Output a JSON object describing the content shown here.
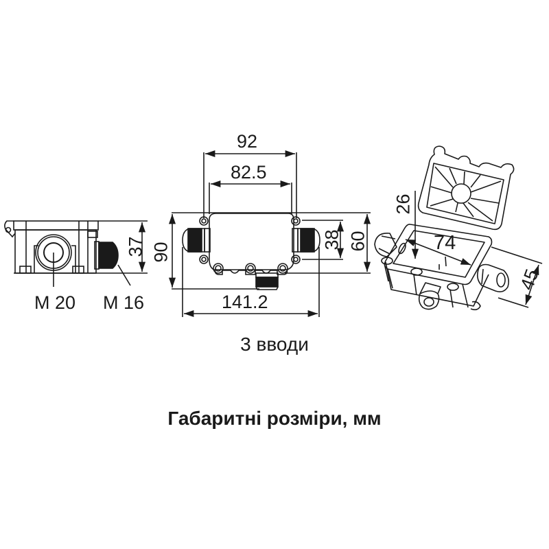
{
  "drawing": {
    "side_view": {
      "labels": {
        "gland_large": "M 20",
        "gland_small": "M 16"
      },
      "dims": {
        "height": "37"
      }
    },
    "front_view": {
      "dims": {
        "outer_width": "92",
        "inner_width": "82.5",
        "total_length": "141.2",
        "total_height": "90",
        "hole_spacing": "38",
        "body_height": "60"
      }
    },
    "iso_view": {
      "dims": {
        "depth": "26",
        "inner_length": "74",
        "height": "45"
      }
    },
    "subcaption": "3 вводи",
    "title": "Габаритні розміри, мм",
    "colors": {
      "line": "#1a1a1a",
      "background": "#ffffff",
      "gland_fill": "#1a1a1a"
    }
  }
}
